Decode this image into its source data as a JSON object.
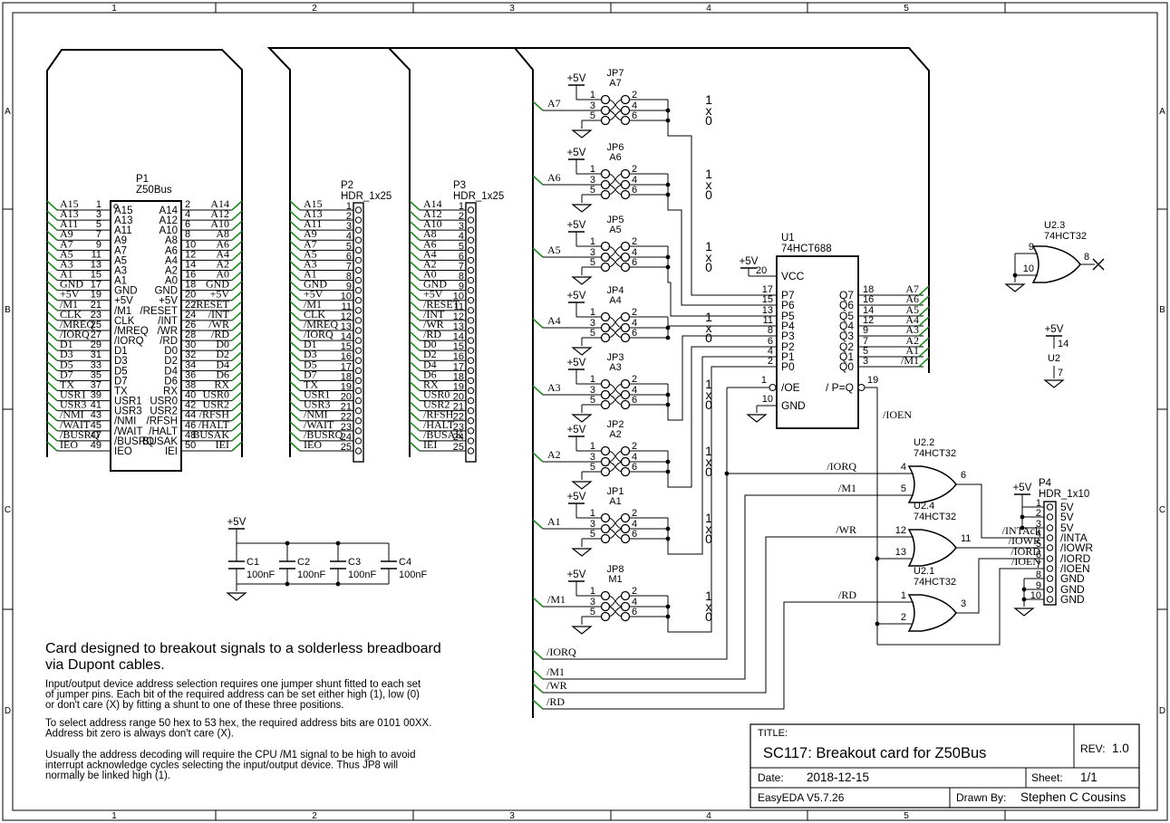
{
  "colors": {
    "wire": "#000000",
    "net_green": "#1e8a1e",
    "background": "#ffffff"
  },
  "sheet": {
    "columns": [
      "1",
      "2",
      "3",
      "4",
      "5"
    ],
    "rows": [
      "A",
      "B",
      "C",
      "D"
    ]
  },
  "title_block": {
    "title_label": "TITLE:",
    "title": "SC117: Breakout card for Z50Bus",
    "rev_label": "REV:",
    "rev": "1.0",
    "date_label": "Date:",
    "date": "2018-12-15",
    "sheet_label": "Sheet:",
    "sheet": "1/1",
    "tool": "EasyEDA V5.7.26",
    "drawn_by_label": "Drawn By:",
    "drawn_by": "Stephen C Cousins"
  },
  "notes": {
    "heading": [
      "Card designed to breakout signals to a solderless breadboard",
      "via Dupont cables."
    ],
    "paragraphs": [
      [
        "Input/output device address selection requires one jumper shunt fitted to each set",
        "of jumper pins. Each bit of the required address can be set either high (1), low (0)",
        "or don't care (X) by fitting a shunt to one of these three positions."
      ],
      [
        "To select address range 50 hex to 53 hex, the required address bits are 0101 00XX.",
        "Address bit zero is always don't care (X)."
      ],
      [
        "Usually the address decoding will require the CPU /M1 signal to be high to avoid",
        "interrupt acknowledge cycles selecting the input/output device. Thus JP8 will",
        "normally be linked high (1)."
      ]
    ]
  },
  "p1": {
    "ref": "P1",
    "value": "Z50Bus",
    "left": [
      {
        "pin": "1",
        "name": "A15"
      },
      {
        "pin": "3",
        "name": "A13"
      },
      {
        "pin": "5",
        "name": "A11"
      },
      {
        "pin": "7",
        "name": "A9"
      },
      {
        "pin": "9",
        "name": "A7"
      },
      {
        "pin": "11",
        "name": "A5"
      },
      {
        "pin": "13",
        "name": "A3"
      },
      {
        "pin": "15",
        "name": "A1"
      },
      {
        "pin": "17",
        "name": "GND"
      },
      {
        "pin": "19",
        "name": "+5V"
      },
      {
        "pin": "21",
        "name": "/M1"
      },
      {
        "pin": "23",
        "name": "CLK"
      },
      {
        "pin": "25",
        "name": "/MREQ"
      },
      {
        "pin": "27",
        "name": "/IORQ"
      },
      {
        "pin": "29",
        "name": "D1"
      },
      {
        "pin": "31",
        "name": "D3"
      },
      {
        "pin": "33",
        "name": "D5"
      },
      {
        "pin": "35",
        "name": "D7"
      },
      {
        "pin": "37",
        "name": "TX"
      },
      {
        "pin": "39",
        "name": "USR1"
      },
      {
        "pin": "41",
        "name": "USR3"
      },
      {
        "pin": "43",
        "name": "/NMI"
      },
      {
        "pin": "45",
        "name": "/WAIT"
      },
      {
        "pin": "47",
        "name": "/BUSRQ"
      },
      {
        "pin": "49",
        "name": "IEO"
      }
    ],
    "right": [
      {
        "pin": "2",
        "name": "A14"
      },
      {
        "pin": "4",
        "name": "A12"
      },
      {
        "pin": "6",
        "name": "A10"
      },
      {
        "pin": "8",
        "name": "A8"
      },
      {
        "pin": "10",
        "name": "A6"
      },
      {
        "pin": "12",
        "name": "A4"
      },
      {
        "pin": "14",
        "name": "A2"
      },
      {
        "pin": "16",
        "name": "A0"
      },
      {
        "pin": "18",
        "name": "GND"
      },
      {
        "pin": "20",
        "name": "+5V"
      },
      {
        "pin": "22",
        "name": "/RESET"
      },
      {
        "pin": "24",
        "name": "/INT"
      },
      {
        "pin": "26",
        "name": "/WR"
      },
      {
        "pin": "28",
        "name": "/RD"
      },
      {
        "pin": "30",
        "name": "D0"
      },
      {
        "pin": "32",
        "name": "D2"
      },
      {
        "pin": "34",
        "name": "D4"
      },
      {
        "pin": "36",
        "name": "D6"
      },
      {
        "pin": "38",
        "name": "RX"
      },
      {
        "pin": "40",
        "name": "USR0"
      },
      {
        "pin": "42",
        "name": "USR2"
      },
      {
        "pin": "44",
        "name": "/RFSH"
      },
      {
        "pin": "46",
        "name": "/HALT"
      },
      {
        "pin": "48",
        "name": "BUSAK"
      },
      {
        "pin": "50",
        "name": "IEI"
      }
    ]
  },
  "p2": {
    "ref": "P2",
    "value": "HDR_1x25",
    "pins": [
      {
        "pin": "1",
        "name": "A15"
      },
      {
        "pin": "2",
        "name": "A13"
      },
      {
        "pin": "3",
        "name": "A11"
      },
      {
        "pin": "4",
        "name": "A9"
      },
      {
        "pin": "5",
        "name": "A7"
      },
      {
        "pin": "6",
        "name": "A5"
      },
      {
        "pin": "7",
        "name": "A3"
      },
      {
        "pin": "8",
        "name": "A1"
      },
      {
        "pin": "9",
        "name": "GND"
      },
      {
        "pin": "10",
        "name": "+5V"
      },
      {
        "pin": "11",
        "name": "/M1"
      },
      {
        "pin": "12",
        "name": "CLK"
      },
      {
        "pin": "13",
        "name": "/MREQ"
      },
      {
        "pin": "14",
        "name": "/IORQ"
      },
      {
        "pin": "15",
        "name": "D1"
      },
      {
        "pin": "16",
        "name": "D3"
      },
      {
        "pin": "17",
        "name": "D5"
      },
      {
        "pin": "18",
        "name": "D7"
      },
      {
        "pin": "19",
        "name": "TX"
      },
      {
        "pin": "20",
        "name": "USR1"
      },
      {
        "pin": "21",
        "name": "USR3"
      },
      {
        "pin": "22",
        "name": "/NMI"
      },
      {
        "pin": "23",
        "name": "/WAIT"
      },
      {
        "pin": "24",
        "name": "/BUSRQ"
      },
      {
        "pin": "25",
        "name": "IEO"
      }
    ]
  },
  "p3": {
    "ref": "P3",
    "value": "HDR_1x25",
    "pins": [
      {
        "pin": "1",
        "name": "A14"
      },
      {
        "pin": "2",
        "name": "A12"
      },
      {
        "pin": "3",
        "name": "A10"
      },
      {
        "pin": "4",
        "name": "A8"
      },
      {
        "pin": "5",
        "name": "A6"
      },
      {
        "pin": "6",
        "name": "A4"
      },
      {
        "pin": "7",
        "name": "A2"
      },
      {
        "pin": "8",
        "name": "A0"
      },
      {
        "pin": "9",
        "name": "GND"
      },
      {
        "pin": "10",
        "name": "+5V"
      },
      {
        "pin": "11",
        "name": "/RESET"
      },
      {
        "pin": "12",
        "name": "/INT"
      },
      {
        "pin": "13",
        "name": "/WR"
      },
      {
        "pin": "14",
        "name": "/RD"
      },
      {
        "pin": "15",
        "name": "D0"
      },
      {
        "pin": "16",
        "name": "D2"
      },
      {
        "pin": "17",
        "name": "D4"
      },
      {
        "pin": "18",
        "name": "D6"
      },
      {
        "pin": "19",
        "name": "RX"
      },
      {
        "pin": "20",
        "name": "USR0"
      },
      {
        "pin": "21",
        "name": "USR2"
      },
      {
        "pin": "22",
        "name": "/RFSH"
      },
      {
        "pin": "23",
        "name": "/HALT"
      },
      {
        "pin": "24",
        "name": "/BUSAK"
      },
      {
        "pin": "25",
        "name": "IEI"
      }
    ]
  },
  "p4": {
    "ref": "P4",
    "value": "HDR_1x10",
    "power": "+5V",
    "pins": [
      {
        "pin": "1",
        "name": "5V"
      },
      {
        "pin": "2",
        "name": "5V"
      },
      {
        "pin": "3",
        "name": "5V"
      },
      {
        "pin": "4",
        "name": "/INTA"
      },
      {
        "pin": "5",
        "name": "/IOWR"
      },
      {
        "pin": "6",
        "name": "/IORD"
      },
      {
        "pin": "7",
        "name": "/IOEN"
      },
      {
        "pin": "8",
        "name": "GND"
      },
      {
        "pin": "9",
        "name": "GND"
      },
      {
        "pin": "10",
        "name": "GND"
      }
    ],
    "nets": [
      "/INTAck",
      "/IOWR",
      "/IORD",
      "/IOEN"
    ]
  },
  "jumpers": [
    {
      "ref": "JP7",
      "value": "A7",
      "input": "A7",
      "power": "+5V",
      "positions": [
        "1",
        "x",
        "0"
      ],
      "pins": [
        "1",
        "2",
        "3",
        "4",
        "5",
        "6"
      ]
    },
    {
      "ref": "JP6",
      "value": "A6",
      "input": "A6",
      "power": "+5V",
      "positions": [
        "1",
        "x",
        "0"
      ],
      "pins": [
        "1",
        "2",
        "3",
        "4",
        "5",
        "6"
      ]
    },
    {
      "ref": "JP5",
      "value": "A5",
      "input": "A5",
      "power": "+5V",
      "positions": [
        "1",
        "x",
        "0"
      ],
      "pins": [
        "1",
        "2",
        "3",
        "4",
        "5",
        "6"
      ]
    },
    {
      "ref": "JP4",
      "value": "A4",
      "input": "A4",
      "power": "+5V",
      "positions": [
        "1",
        "x",
        "0"
      ],
      "pins": [
        "1",
        "2",
        "3",
        "4",
        "5",
        "6"
      ]
    },
    {
      "ref": "JP3",
      "value": "A3",
      "input": "A3",
      "power": "+5V",
      "positions": [
        "1",
        "x",
        "0"
      ],
      "pins": [
        "1",
        "2",
        "3",
        "4",
        "5",
        "6"
      ]
    },
    {
      "ref": "JP2",
      "value": "A2",
      "input": "A2",
      "power": "+5V",
      "positions": [
        "1",
        "x",
        "0"
      ],
      "pins": [
        "1",
        "2",
        "3",
        "4",
        "5",
        "6"
      ]
    },
    {
      "ref": "JP1",
      "value": "A1",
      "input": "A1",
      "power": "+5V",
      "positions": [
        "1",
        "x",
        "0"
      ],
      "pins": [
        "1",
        "2",
        "3",
        "4",
        "5",
        "6"
      ]
    },
    {
      "ref": "JP8",
      "value": "M1",
      "input": "/M1",
      "power": "+5V",
      "positions": [
        "1",
        "x",
        "0"
      ],
      "pins": [
        "1",
        "2",
        "3",
        "4",
        "5",
        "6"
      ]
    }
  ],
  "u1": {
    "ref": "U1",
    "value": "74HCT688",
    "power": "+5V",
    "vcc": {
      "pin": "20",
      "name": "VCC"
    },
    "inputs": [
      {
        "pin": "17",
        "name": "P7"
      },
      {
        "pin": "15",
        "name": "P6"
      },
      {
        "pin": "13",
        "name": "P5"
      },
      {
        "pin": "11",
        "name": "P4"
      },
      {
        "pin": "8",
        "name": "P3"
      },
      {
        "pin": "6",
        "name": "P2"
      },
      {
        "pin": "4",
        "name": "P1"
      },
      {
        "pin": "2",
        "name": "P0"
      }
    ],
    "outputs": [
      {
        "pin": "18",
        "name": "Q7",
        "net": "A7"
      },
      {
        "pin": "16",
        "name": "Q6",
        "net": "A6"
      },
      {
        "pin": "14",
        "name": "Q5",
        "net": "A5"
      },
      {
        "pin": "12",
        "name": "Q4",
        "net": "A4"
      },
      {
        "pin": "9",
        "name": "Q3",
        "net": "A3"
      },
      {
        "pin": "7",
        "name": "Q2",
        "net": "A2"
      },
      {
        "pin": "5",
        "name": "Q1",
        "net": "A1"
      },
      {
        "pin": "3",
        "name": "Q0",
        "net": "/M1"
      }
    ],
    "oe": {
      "pin": "1",
      "name": "/OE"
    },
    "gnd": {
      "pin": "10",
      "name": "GND"
    },
    "pq": {
      "pin": "19",
      "name": "/ P=Q",
      "net": "/IOEN"
    }
  },
  "gates": [
    {
      "ref": "U2.2",
      "value": "74HCT32",
      "in1": "4",
      "in2": "5",
      "out": "6",
      "net_in1": "/IORQ",
      "net_in2": "/M1",
      "net_out": "/INTAck"
    },
    {
      "ref": "U2.4",
      "value": "74HCT32",
      "in1": "12",
      "in2": "13",
      "out": "11",
      "net_in1": "/WR",
      "net_in2": "",
      "net_out": "/IOWR"
    },
    {
      "ref": "U2.1",
      "value": "74HCT32",
      "in1": "1",
      "in2": "2",
      "out": "3",
      "net_in1": "/RD",
      "net_in2": "",
      "net_out": "/IORD"
    },
    {
      "ref": "U2.3",
      "value": "74HCT32",
      "in1": "9",
      "in2": "10",
      "out": "8",
      "net_in1": "",
      "net_in2": "",
      "net_out": ""
    }
  ],
  "u2_power": {
    "power": "+5V",
    "vcc_pin": "14",
    "ref": "U2",
    "gnd_pin": "7"
  },
  "bus_exits": [
    "/IORQ",
    "/M1",
    "/WR",
    "/RD"
  ],
  "capacitors": {
    "power": "+5V",
    "items": [
      {
        "ref": "C1",
        "value": "100nF"
      },
      {
        "ref": "C2",
        "value": "100nF"
      },
      {
        "ref": "C3",
        "value": "100nF"
      },
      {
        "ref": "C4",
        "value": "100nF"
      }
    ]
  }
}
